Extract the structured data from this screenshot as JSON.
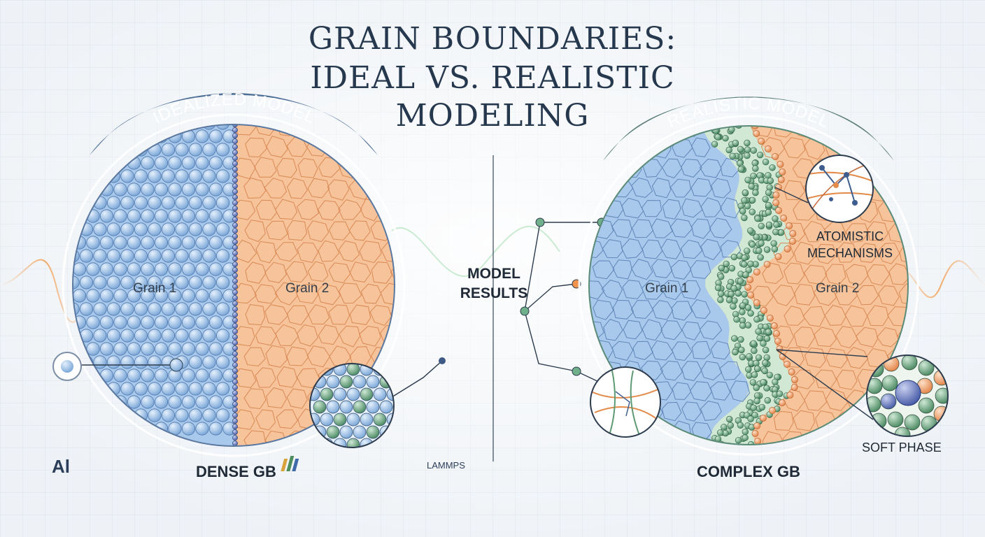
{
  "title": {
    "line1": "GRAIN BOUNDARIES:",
    "line2": "IDEAL VS. REALISTIC",
    "line3": "MODELING"
  },
  "left_panel": {
    "banner": "IDEALIZED MODEL",
    "grain1": "Grain 1",
    "grain2": "Grain 2",
    "caption": "DENSE GB",
    "element": "Al"
  },
  "center": {
    "results_line1": "MODEL",
    "results_line2": "RESULTS",
    "software": "LAMMPS"
  },
  "right_panel": {
    "banner": "REALISTIC MODEL",
    "grain1": "Grain 1",
    "grain2": "Grain 2",
    "caption": "COMPLEX GB",
    "atomistic_line1": "ATOMISTIC",
    "atomistic_line2": "MECHANISMS",
    "soft_phase": "SOFT PHASE"
  },
  "colors": {
    "grain_blue": "#9fc3ea",
    "grain_orange": "#f5bf93",
    "boundary_green": "#5e9a74",
    "banner_left": "#4e6f97",
    "banner_right": "#5d7f78",
    "title": "#26384d"
  }
}
